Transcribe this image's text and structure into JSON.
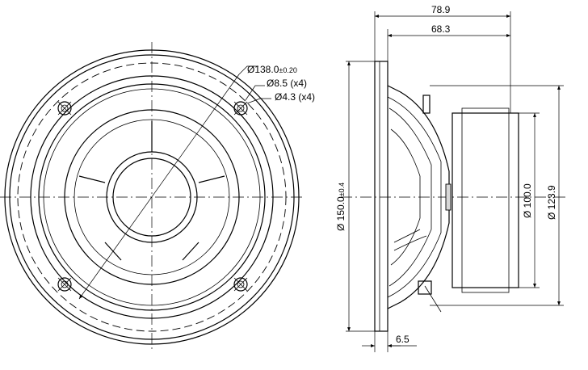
{
  "dimensions": {
    "depth_total": "78.9",
    "depth_frame": "68.3",
    "bolt_circle_main": "Ø138.0",
    "bolt_circle_tol": "±0.20",
    "hole_large": "Ø8.5 (x4)",
    "hole_small": "Ø4.3 (x4)",
    "outer_dia_main": "Ø 150.0",
    "outer_dia_tol": "±0.4",
    "magnet_dia": "Ø 100.0",
    "frame_dia": "Ø 123.9",
    "flange_thickness": "6.5"
  }
}
